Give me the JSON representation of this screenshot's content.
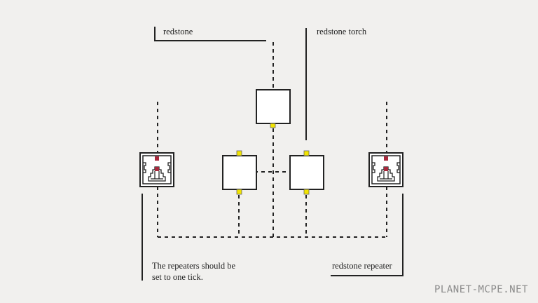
{
  "labels": {
    "redstone": "redstone",
    "redstone_torch": "redstone torch",
    "note_line1": "The repeaters should be",
    "note_line2": "set to one tick.",
    "redstone_repeater": "redstone repeater"
  },
  "watermark": "PLANET-MCPE.NET",
  "colors": {
    "line": "#222222",
    "torch_nub": "#f2e400",
    "repeater_red": "#a8283c",
    "background": "#f1f0ee"
  }
}
